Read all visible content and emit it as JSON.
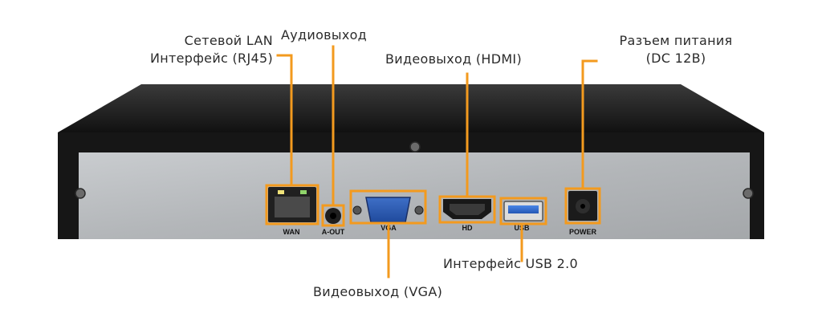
{
  "callouts": {
    "lan": {
      "line1": "Сетевой LAN",
      "line2": "Интерфейс (RJ45)"
    },
    "audio": {
      "label": "Аудиовыход"
    },
    "hdmi": {
      "label": "Видеовыход (HDMI)"
    },
    "power": {
      "line1": "Разъем питания",
      "line2": "(DC 12В)"
    },
    "usb": {
      "label": "Интерфейс USB 2.0"
    },
    "vga": {
      "label": "Видеовыход (VGA)"
    }
  },
  "panel_labels": {
    "wan": "WAN",
    "aout": "A-OUT",
    "vga": "VGA",
    "hd": "HD",
    "usb": "USB",
    "power": "POWER"
  },
  "colors": {
    "accent": "#f39a1e",
    "chassis": "#1a1a1a",
    "panel": "#b9bcbf",
    "text": "#2b2b2b"
  }
}
